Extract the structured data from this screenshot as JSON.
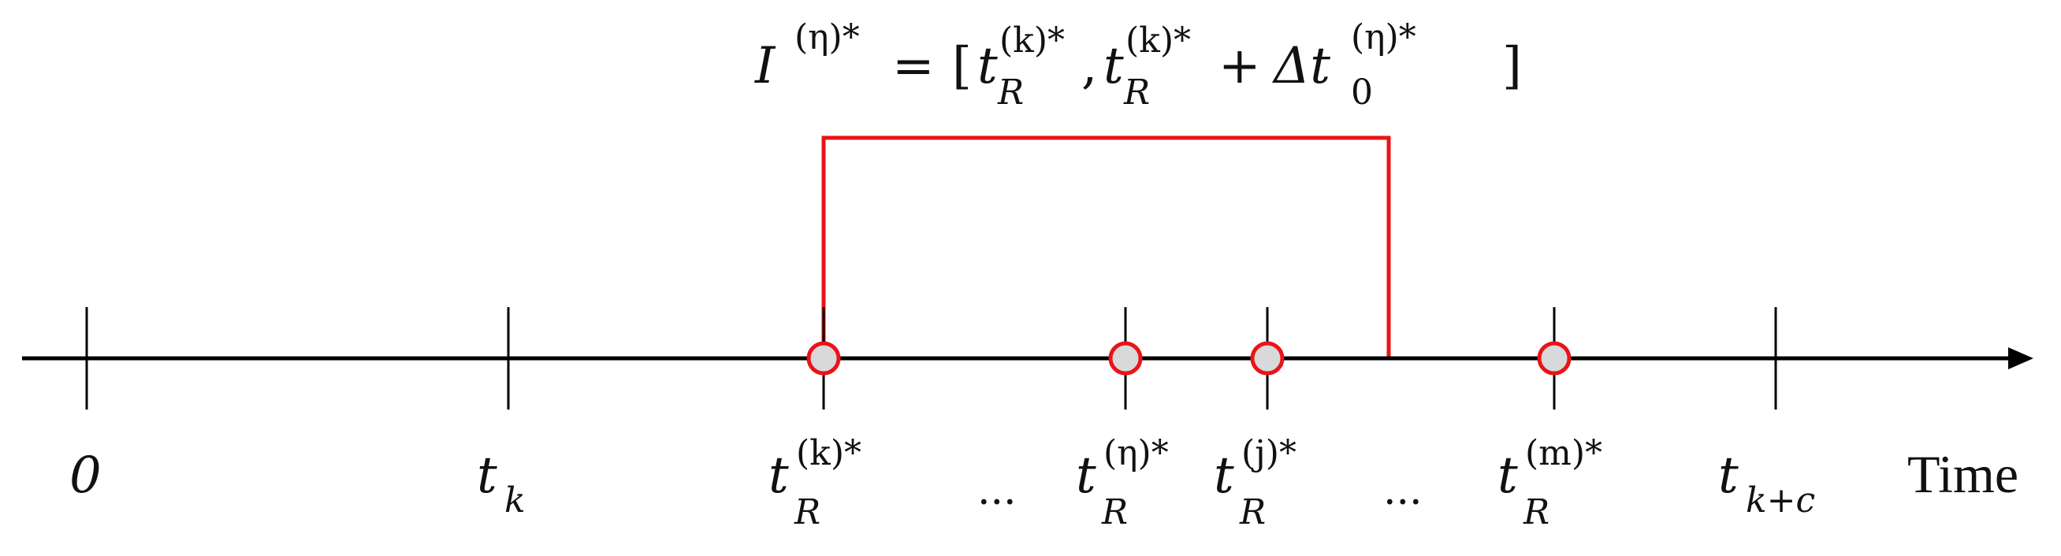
{
  "interval_formula": {
    "I": "I",
    "sup_eta_star": "(η)*",
    "equals": "=",
    "open_bracket": "[",
    "t1": "t",
    "t1_sup": "(k)*",
    "t1_sub": "R",
    "comma": ",",
    "t2": "t",
    "t2_sup": "(k)*",
    "t2_sub": "R",
    "plus": "+",
    "delta": "Δt",
    "delta_sup": "(η)*",
    "delta_sub": "0",
    "close_bracket": "]"
  },
  "axis": {
    "time_label": "Time",
    "line_color": "#000000",
    "interval_color": "#e8141a",
    "marker_fill": "#d9d9d9"
  },
  "labels": {
    "zero": "0",
    "tk": "t",
    "tk_sub": "k",
    "tRk": "t",
    "tRk_sup": "(k)*",
    "tRk_sub": "R",
    "ellipsis1": "...",
    "tReta": "t",
    "tReta_sup": "(η)*",
    "tReta_sub": "R",
    "tRj": "t",
    "tRj_sup": "(j)*",
    "tRj_sub": "R",
    "ellipsis2": "...",
    "tRm": "t",
    "tRm_sup": "(m)*",
    "tRm_sub": "R",
    "tkc": "t",
    "tkc_sub": "k+c"
  }
}
